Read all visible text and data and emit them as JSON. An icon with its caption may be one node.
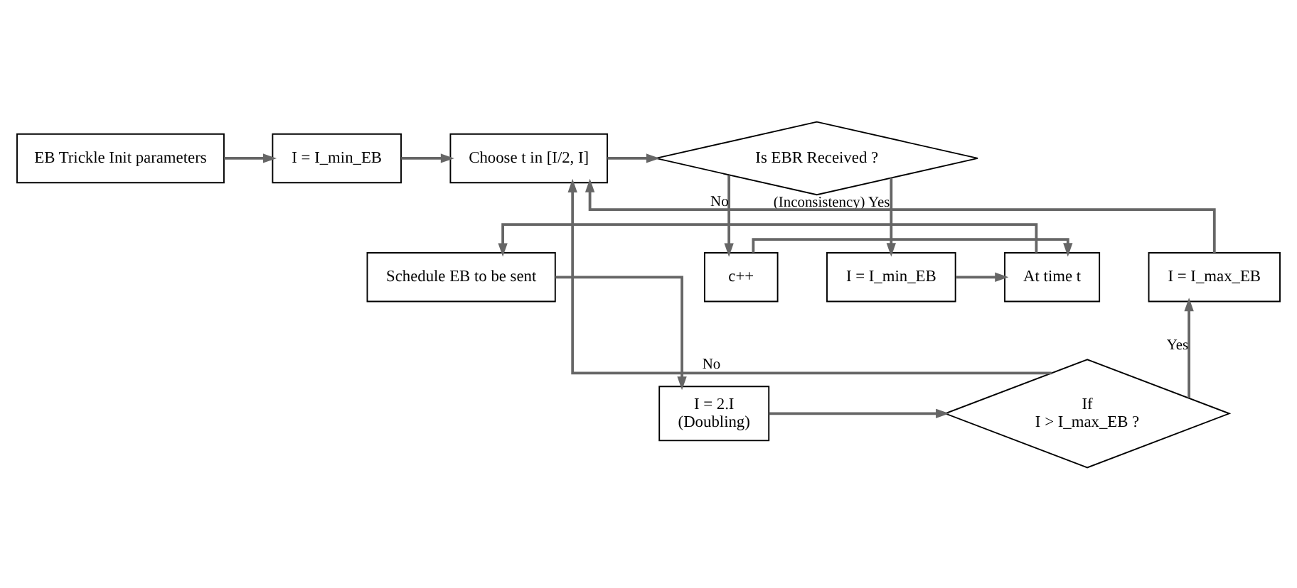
{
  "diagram": {
    "nodes": [
      {
        "text": [
          "EB Trickle Init parameters"
        ]
      },
      {
        "text": [
          "I = I_min_EB"
        ]
      },
      {
        "text": [
          "Choose t in [I/2, I]"
        ]
      },
      {
        "text": [
          "Is EBR Received ?"
        ]
      },
      {
        "text": [
          "I = I_max_EB"
        ]
      },
      {
        "text": [
          "Schedule EB to be sent"
        ]
      },
      {
        "text": [
          "At time t"
        ]
      },
      {
        "text": [
          "c++"
        ]
      },
      {
        "text": [
          "I = I_min_EB"
        ]
      },
      {
        "text": [
          "If",
          "I > I_max_EB ?"
        ]
      },
      {
        "text": [
          "I = 2.I",
          "(Doubling)"
        ]
      }
    ],
    "edges": [
      {
        "from": 0,
        "to": 1,
        "arrow": "to"
      },
      {
        "from": 1,
        "to": 2,
        "arrow": "to"
      },
      {
        "from": 2,
        "to": 3,
        "arrow": "to"
      },
      {
        "from": 3,
        "to": 7,
        "arrow": "to",
        "label": "No"
      },
      {
        "from": 3,
        "to": 8,
        "arrow": "to",
        "label": "(Inconsistency) Yes"
      },
      {
        "from": 8,
        "to": 6,
        "arrow": "to"
      },
      {
        "from": 7,
        "to": 6,
        "arrow": "to"
      },
      {
        "from": 6,
        "to": 5,
        "arrow": "to"
      },
      {
        "from": 5,
        "to": 10,
        "arrow": "to"
      },
      {
        "from": 10,
        "to": 9,
        "arrow": "to"
      },
      {
        "from": 9,
        "to": 4,
        "arrow": "to",
        "label": "Yes"
      },
      {
        "from": 9,
        "to": 2,
        "arrow": "to",
        "label": "No"
      },
      {
        "from": 4,
        "to": 2,
        "arrow": "to"
      }
    ]
  }
}
